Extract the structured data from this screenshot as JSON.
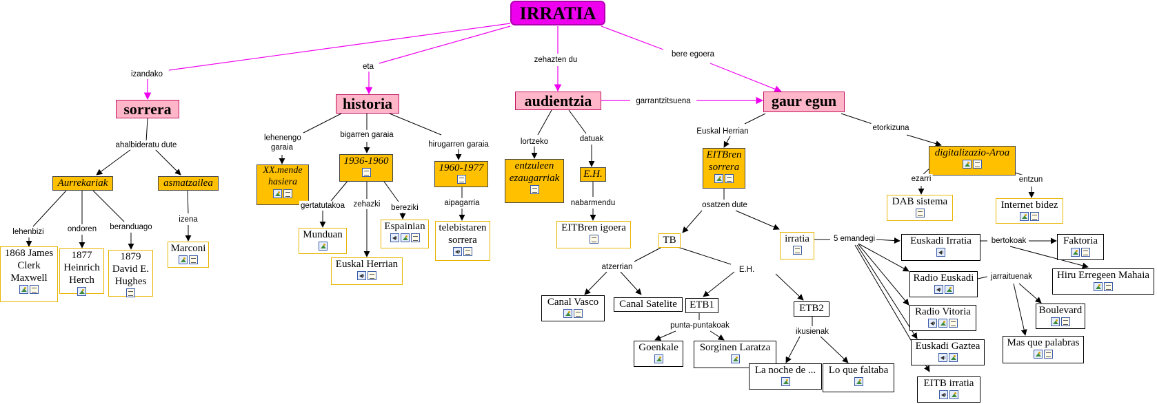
{
  "diagram": {
    "root": "IRRATIA",
    "main": {
      "sorrera": "sorrera",
      "historia": "historia",
      "audientzia": "audientzia",
      "gaur_egun": "gaur egun"
    },
    "nodes": {
      "aurrekariak": "Aurrekariak",
      "asmatzailea": "asmatzailea",
      "n1868": "1868 James Clerk Maxwell",
      "n1877": "1877 Heinrich Herch",
      "n1879": "1879 David E. Hughes",
      "marconi": "Marconi",
      "xx_mende": "XX.mende hasiera",
      "p1936": "1936-1960",
      "p1960": "1960-1977",
      "munduan": "Munduan",
      "euskal_herrian": "Euskal Herrian",
      "espainian": "Espainian",
      "telebistaren": "telebistaren sorrera",
      "entzuleen": "entzuleen ezaugarriak",
      "eh": "E.H.",
      "eitbren_igoera": "EITBren igoera",
      "eitbren_sorrera": "EITBren sorrera",
      "digitalizazio": "digitalizazio-Aroa",
      "dab": "DAB sistema",
      "internet": "Internet bidez",
      "tb": "TB",
      "irratia": "irratia",
      "canal_vasco": "Canal Vasco",
      "canal_satelite": "Canal Satelite",
      "etb1": "ETB1",
      "etb2": "ETB2",
      "goenkale": "Goenkale",
      "sorginen": "Sorginen Laratza",
      "la_noche": "La noche de ...",
      "lo_que": "Lo que faltaba",
      "euskadi_irratia": "Euskadi Irratia",
      "radio_euskadi": "Radio Euskadi",
      "radio_vitoria": "Radio Vitoria",
      "euskadi_gaztea": "Euskadi Gaztea",
      "eitb_irratia": "EITB irratia",
      "faktoria": "Faktoria",
      "hiru": "Hiru Erregeen Mahaia",
      "boulevard": "Boulevard",
      "mas_que": "Mas que palabras"
    },
    "links": {
      "izandako": "izandako",
      "eta": "eta",
      "zehazten_du": "zehazten du",
      "bere_egoera": "bere egoera",
      "ahalbideratu_dute": "ahalbideratu dute",
      "lehenbizi": "lehenbizi",
      "ondoren": "ondoren",
      "beranduago": "beranduago",
      "izena": "izena",
      "lehenengo_garaia": "lehenengo garaia",
      "bigarren_garaia": "bigarren garaia",
      "hirugarren_garaia": "hirugarren garaia",
      "gertatutakoa": "gertatutakoa",
      "zehazki": "zehazki",
      "bereziki": "bereziki",
      "aipagarria": "aipagarria",
      "lortzeko": "lortzeko",
      "datuak": "datuak",
      "nabarmendu": "nabarmendu",
      "garrantzitsuena": "garrantzitsuena",
      "euskal_herrian": "Euskal Herrian",
      "etorkizuna": "etorkizuna",
      "ezarri": "ezarri",
      "entzun": "entzun",
      "osatzen_dute": "osatzen dute",
      "atzerrian": "atzerrian",
      "eh": "E.H.",
      "punta_puntakoak": "punta-puntakoak",
      "ikusienak": "ikusienak",
      "emandegi": "5 emandegi",
      "bertokoak": "bertokoak",
      "jarraituenak": "jarraituenak"
    }
  }
}
